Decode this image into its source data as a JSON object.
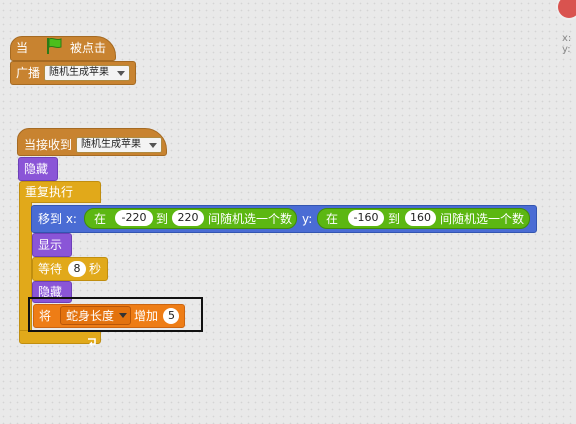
{
  "colors": {
    "events": "#c88330",
    "looks": "#8a55d7",
    "motion": "#4a6cd4",
    "control": "#e1a91a",
    "data": "#ee7d16",
    "operators": "#5cb712"
  },
  "stage": {
    "x_label": "x:",
    "y_label": "y:"
  },
  "script1": {
    "when_label": "当",
    "flag_icon": "green-flag-icon",
    "clicked_label": "被点击",
    "broadcast_label": "广播",
    "broadcast_value": "随机生成苹果"
  },
  "script2": {
    "receive_label": "当接收到",
    "receive_value": "随机生成苹果",
    "hide_label": "隐藏",
    "forever_label": "重复执行",
    "goto_label": "移到 x:",
    "goto_y_label": "y:",
    "random_x": {
      "in_label": "在",
      "from": "-220",
      "to_label": "到",
      "to": "220",
      "pick_label": "间随机选一个数"
    },
    "random_y": {
      "in_label": "在",
      "from": "-160",
      "to_label": "到",
      "to": "160",
      "pick_label": "间随机选一个数"
    },
    "show_label": "显示",
    "wait_label": "等待",
    "wait_value": "8",
    "wait_unit": "秒",
    "hide2_label": "隐藏",
    "change_label": "将",
    "change_var": "蛇身长度",
    "change_by_label": "增加",
    "change_value": "5"
  }
}
